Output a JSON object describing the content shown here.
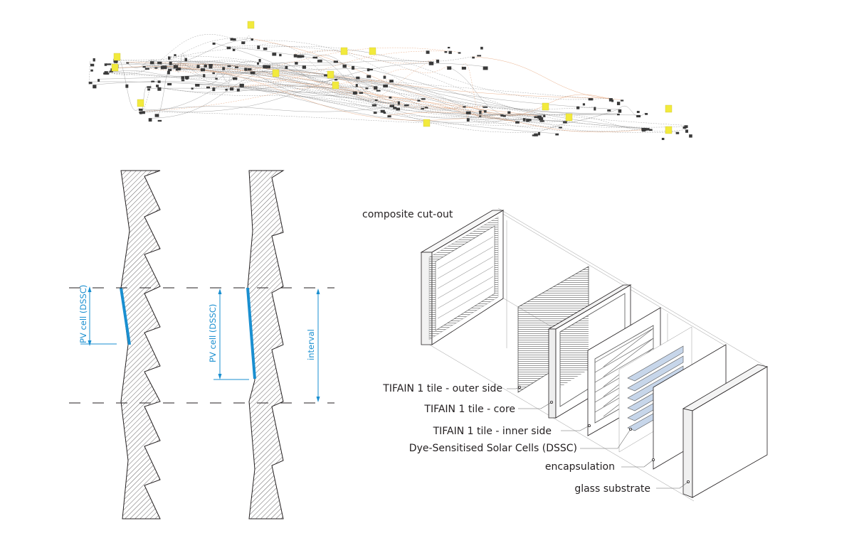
{
  "figure": {
    "graph_overview": {
      "description": "node graph overview",
      "accent_note_color": "#f2ea3c",
      "wire_color": "#8a8a8a",
      "highlight_wire_color": "#e39a6a",
      "node_color": "#3a3a3a"
    },
    "section_left": {
      "label": "PV cell (DSSC)"
    },
    "section_right": {
      "pv_label": "PV cell (DSSC)",
      "interval_label": "interval"
    },
    "colors": {
      "pv_blue": "#1a8fd0",
      "dssc_fill": "#c7d6ea",
      "line": "#231f20"
    },
    "exploded_view": {
      "title": "composite cut-out",
      "layers": [
        {
          "label": "TIFAIN 1 tile - outer side"
        },
        {
          "label": "TIFAIN 1 tile - core"
        },
        {
          "label": "TIFAIN 1 tile - inner side"
        },
        {
          "label": "Dye-Sensitised Solar Cells (DSSC)"
        },
        {
          "label": "encapsulation"
        },
        {
          "label": "glass substrate"
        }
      ]
    }
  }
}
